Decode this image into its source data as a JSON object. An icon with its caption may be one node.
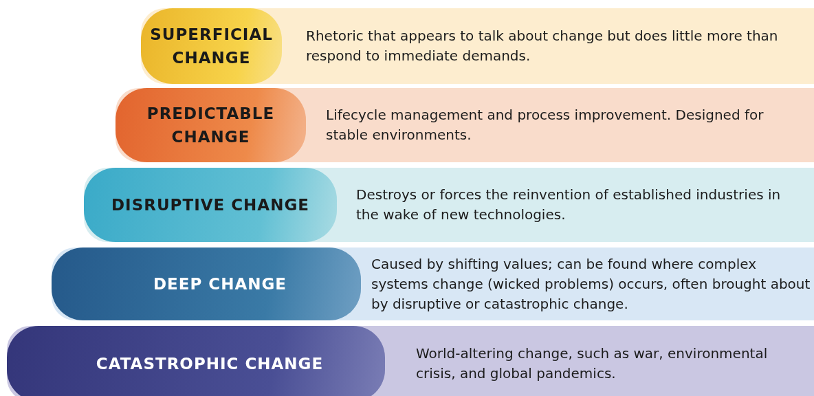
{
  "diagram": {
    "nodes": [
      {
        "text": [
          "Rhetoric that appears to talk about change but does little more than respond to immediate demands."
        ]
      },
      {
        "text": [
          "SUPERFICIAL CHANGE"
        ],
        "in": 0
      },
      {
        "text": [
          "Lifecycle management and process improvement. Designed for stable environments."
        ]
      },
      {
        "text": [
          "PREDICTABLE CHANGE"
        ],
        "in": 2
      },
      {
        "text": [
          "Destroys or forces the reinvention of established industries in the wake of new technologies."
        ]
      },
      {
        "text": [
          "DISRUPTIVE CHANGE"
        ],
        "in": 4
      },
      {
        "text": [
          "Caused by shifting values; can be found where complex systems change (wicked problems) occurs, often brought about by disruptive or catastrophic change."
        ]
      },
      {
        "text": [
          "DEEP CHANGE"
        ],
        "in": 6
      },
      {
        "text": [
          "World-altering change, such as war, environmental crisis, and global pandemics."
        ]
      },
      {
        "text": [
          "CATASTROPHIC CHANGE"
        ],
        "in": 8
      }
    ],
    "edges": []
  }
}
